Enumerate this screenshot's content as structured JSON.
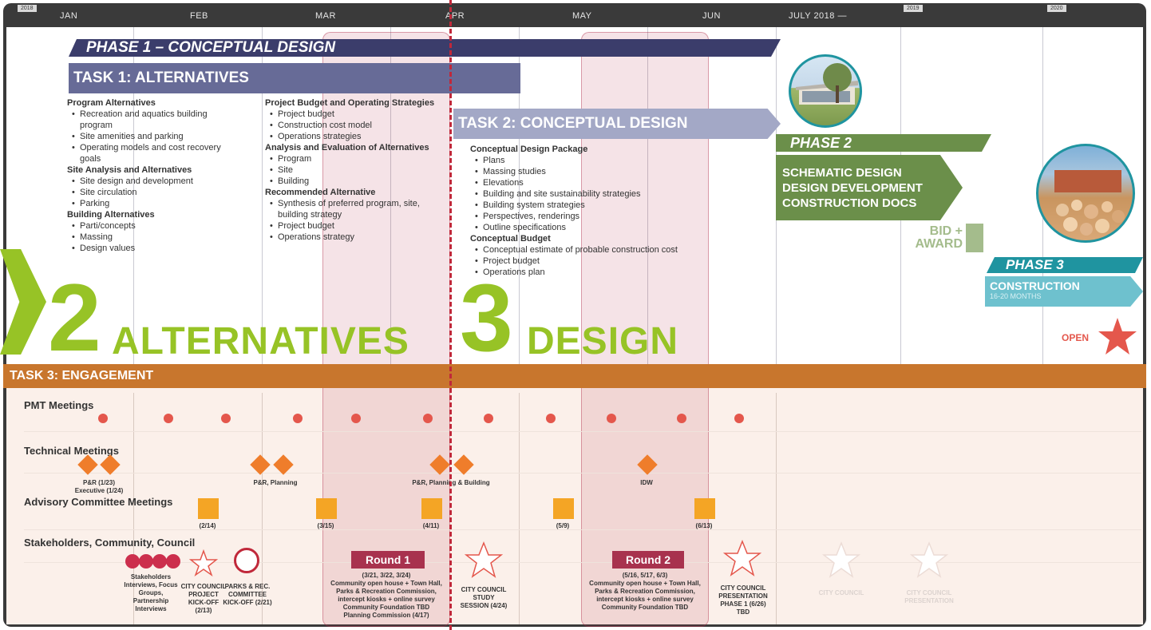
{
  "timeline": {
    "year_tags": [
      "2018",
      "2019",
      "2020"
    ],
    "months": [
      "JAN",
      "FEB",
      "MAR",
      "APR",
      "MAY",
      "JUN",
      "JULY 2018 —"
    ]
  },
  "phase1": {
    "title": "PHASE 1 – CONCEPTUAL DESIGN"
  },
  "task1": {
    "title": "TASK 1: ALTERNATIVES",
    "col1": [
      {
        "k": "h",
        "t": "Program Alternatives"
      },
      {
        "k": "b",
        "t": "Recreation and aquatics building"
      },
      {
        "k": "c",
        "t": "program"
      },
      {
        "k": "b",
        "t": "Site amenities and parking"
      },
      {
        "k": "b",
        "t": "Operating models and cost recovery"
      },
      {
        "k": "c",
        "t": "goals"
      },
      {
        "k": "h",
        "t": "Site Analysis and Alternatives"
      },
      {
        "k": "b",
        "t": "Site design and development"
      },
      {
        "k": "b",
        "t": "Site circulation"
      },
      {
        "k": "b",
        "t": "Parking"
      },
      {
        "k": "h",
        "t": "Building Alternatives"
      },
      {
        "k": "b",
        "t": "Parti/concepts"
      },
      {
        "k": "b",
        "t": "Massing"
      },
      {
        "k": "b",
        "t": "Design values"
      }
    ],
    "col2": [
      {
        "k": "h",
        "t": "Project Budget and Operating Strategies"
      },
      {
        "k": "b",
        "t": "Project budget"
      },
      {
        "k": "b",
        "t": "Construction cost model"
      },
      {
        "k": "b",
        "t": "Operations strategies"
      },
      {
        "k": "h",
        "t": "Analysis and Evaluation of Alternatives"
      },
      {
        "k": "b",
        "t": "Program"
      },
      {
        "k": "b",
        "t": "Site"
      },
      {
        "k": "b",
        "t": "Building"
      },
      {
        "k": "h",
        "t": "Recommended Alternative"
      },
      {
        "k": "b",
        "t": "Synthesis of preferred program, site,"
      },
      {
        "k": "c",
        "t": "building strategy"
      },
      {
        "k": "b",
        "t": "Project budget"
      },
      {
        "k": "b",
        "t": "Operations strategy"
      }
    ]
  },
  "task2": {
    "title": "TASK 2: CONCEPTUAL DESIGN",
    "col": [
      {
        "k": "h",
        "t": "Conceptual Design Package"
      },
      {
        "k": "b",
        "t": "Plans"
      },
      {
        "k": "b",
        "t": "Massing studies"
      },
      {
        "k": "b",
        "t": "Elevations"
      },
      {
        "k": "b",
        "t": "Building and site sustainability strategies"
      },
      {
        "k": "b",
        "t": "Building system strategies"
      },
      {
        "k": "b",
        "t": "Perspectives, renderings"
      },
      {
        "k": "b",
        "t": "Outline specifications"
      },
      {
        "k": "h",
        "t": "Conceptual Budget"
      },
      {
        "k": "b",
        "t": "Conceptual estimate of probable construction cost"
      },
      {
        "k": "b",
        "t": "Project budget"
      },
      {
        "k": "b",
        "t": "Operations plan"
      }
    ]
  },
  "phase2": {
    "title": "PHASE 2",
    "items": [
      "SCHEMATIC DESIGN",
      "DESIGN DEVELOPMENT",
      "CONSTRUCTION DOCS"
    ],
    "bid": [
      "BID +",
      "AWARD"
    ]
  },
  "phase3": {
    "title": "PHASE 3",
    "construction": "CONSTRUCTION",
    "duration": "16-20 MONTHS",
    "open": "OPEN"
  },
  "stages": {
    "alt_number": "2",
    "alt_word": "ALTERNATIVES",
    "design_number": "3",
    "design_word": "DESIGN"
  },
  "task3": {
    "title": "TASK 3: ENGAGEMENT",
    "rows": [
      "PMT Meetings",
      "Technical Meetings",
      "Advisory Committee Meetings",
      "Stakeholders, Community, Council"
    ],
    "technical_labels": [
      "P&R (1/23)",
      "Executive (1/24)",
      "P&R, Planning",
      "P&R, Planning & Building",
      "IDW"
    ],
    "advisory_labels": [
      "(2/14)",
      "(3/15)",
      "(4/11)",
      "(5/9)",
      "(6/13)"
    ],
    "stakeholders": "Stakeholders Interviews, Focus Groups, Partnership Interviews",
    "council_kickoff": "CITY COUNCIL PROJECT KICK-OFF (2/13)",
    "parks_kickoff": "PARKS & REC. COMMITTEE KICK-OFF (2/21)",
    "round1": {
      "title": "Round 1",
      "dates": "(3/21, 3/22, 3/24)",
      "text": [
        "Community open house + Town Hall,",
        "Parks & Recreation Commission,",
        "intercept kiosks + online survey",
        "Community Foundation TBD",
        "Planning Commission (4/17)"
      ]
    },
    "study_session": "CITY COUNCIL STUDY SESSION (4/24)",
    "round2": {
      "title": "Round 2",
      "dates": "(5/16, 5/17, 6/3)",
      "text": [
        "Community open house + Town Hall,",
        "Parks & Recreation Commission,",
        "intercept kiosks + online survey",
        "Community Foundation TBD"
      ]
    },
    "council_presentation": "CITY COUNCIL PRESENTATION PHASE 1 (6/26) TBD",
    "future_council": "CITY COUNCIL",
    "future_presentation": "CITY COUNCIL PRESENTATION"
  },
  "colors": {
    "phase1": "#3b3d6b",
    "task1": "#676b97",
    "task2": "#a3a8c6",
    "phase2": "#6b8f4a",
    "phase3": "#1f94a0",
    "construction": "#6ec1ce",
    "stage": "#97c326",
    "engagement": "#c8762d",
    "pmt": "#e4574c",
    "technical": "#ef7d2b",
    "advisory": "#f4a525",
    "round": "#a8324e",
    "cutoff": "#c0283a"
  }
}
